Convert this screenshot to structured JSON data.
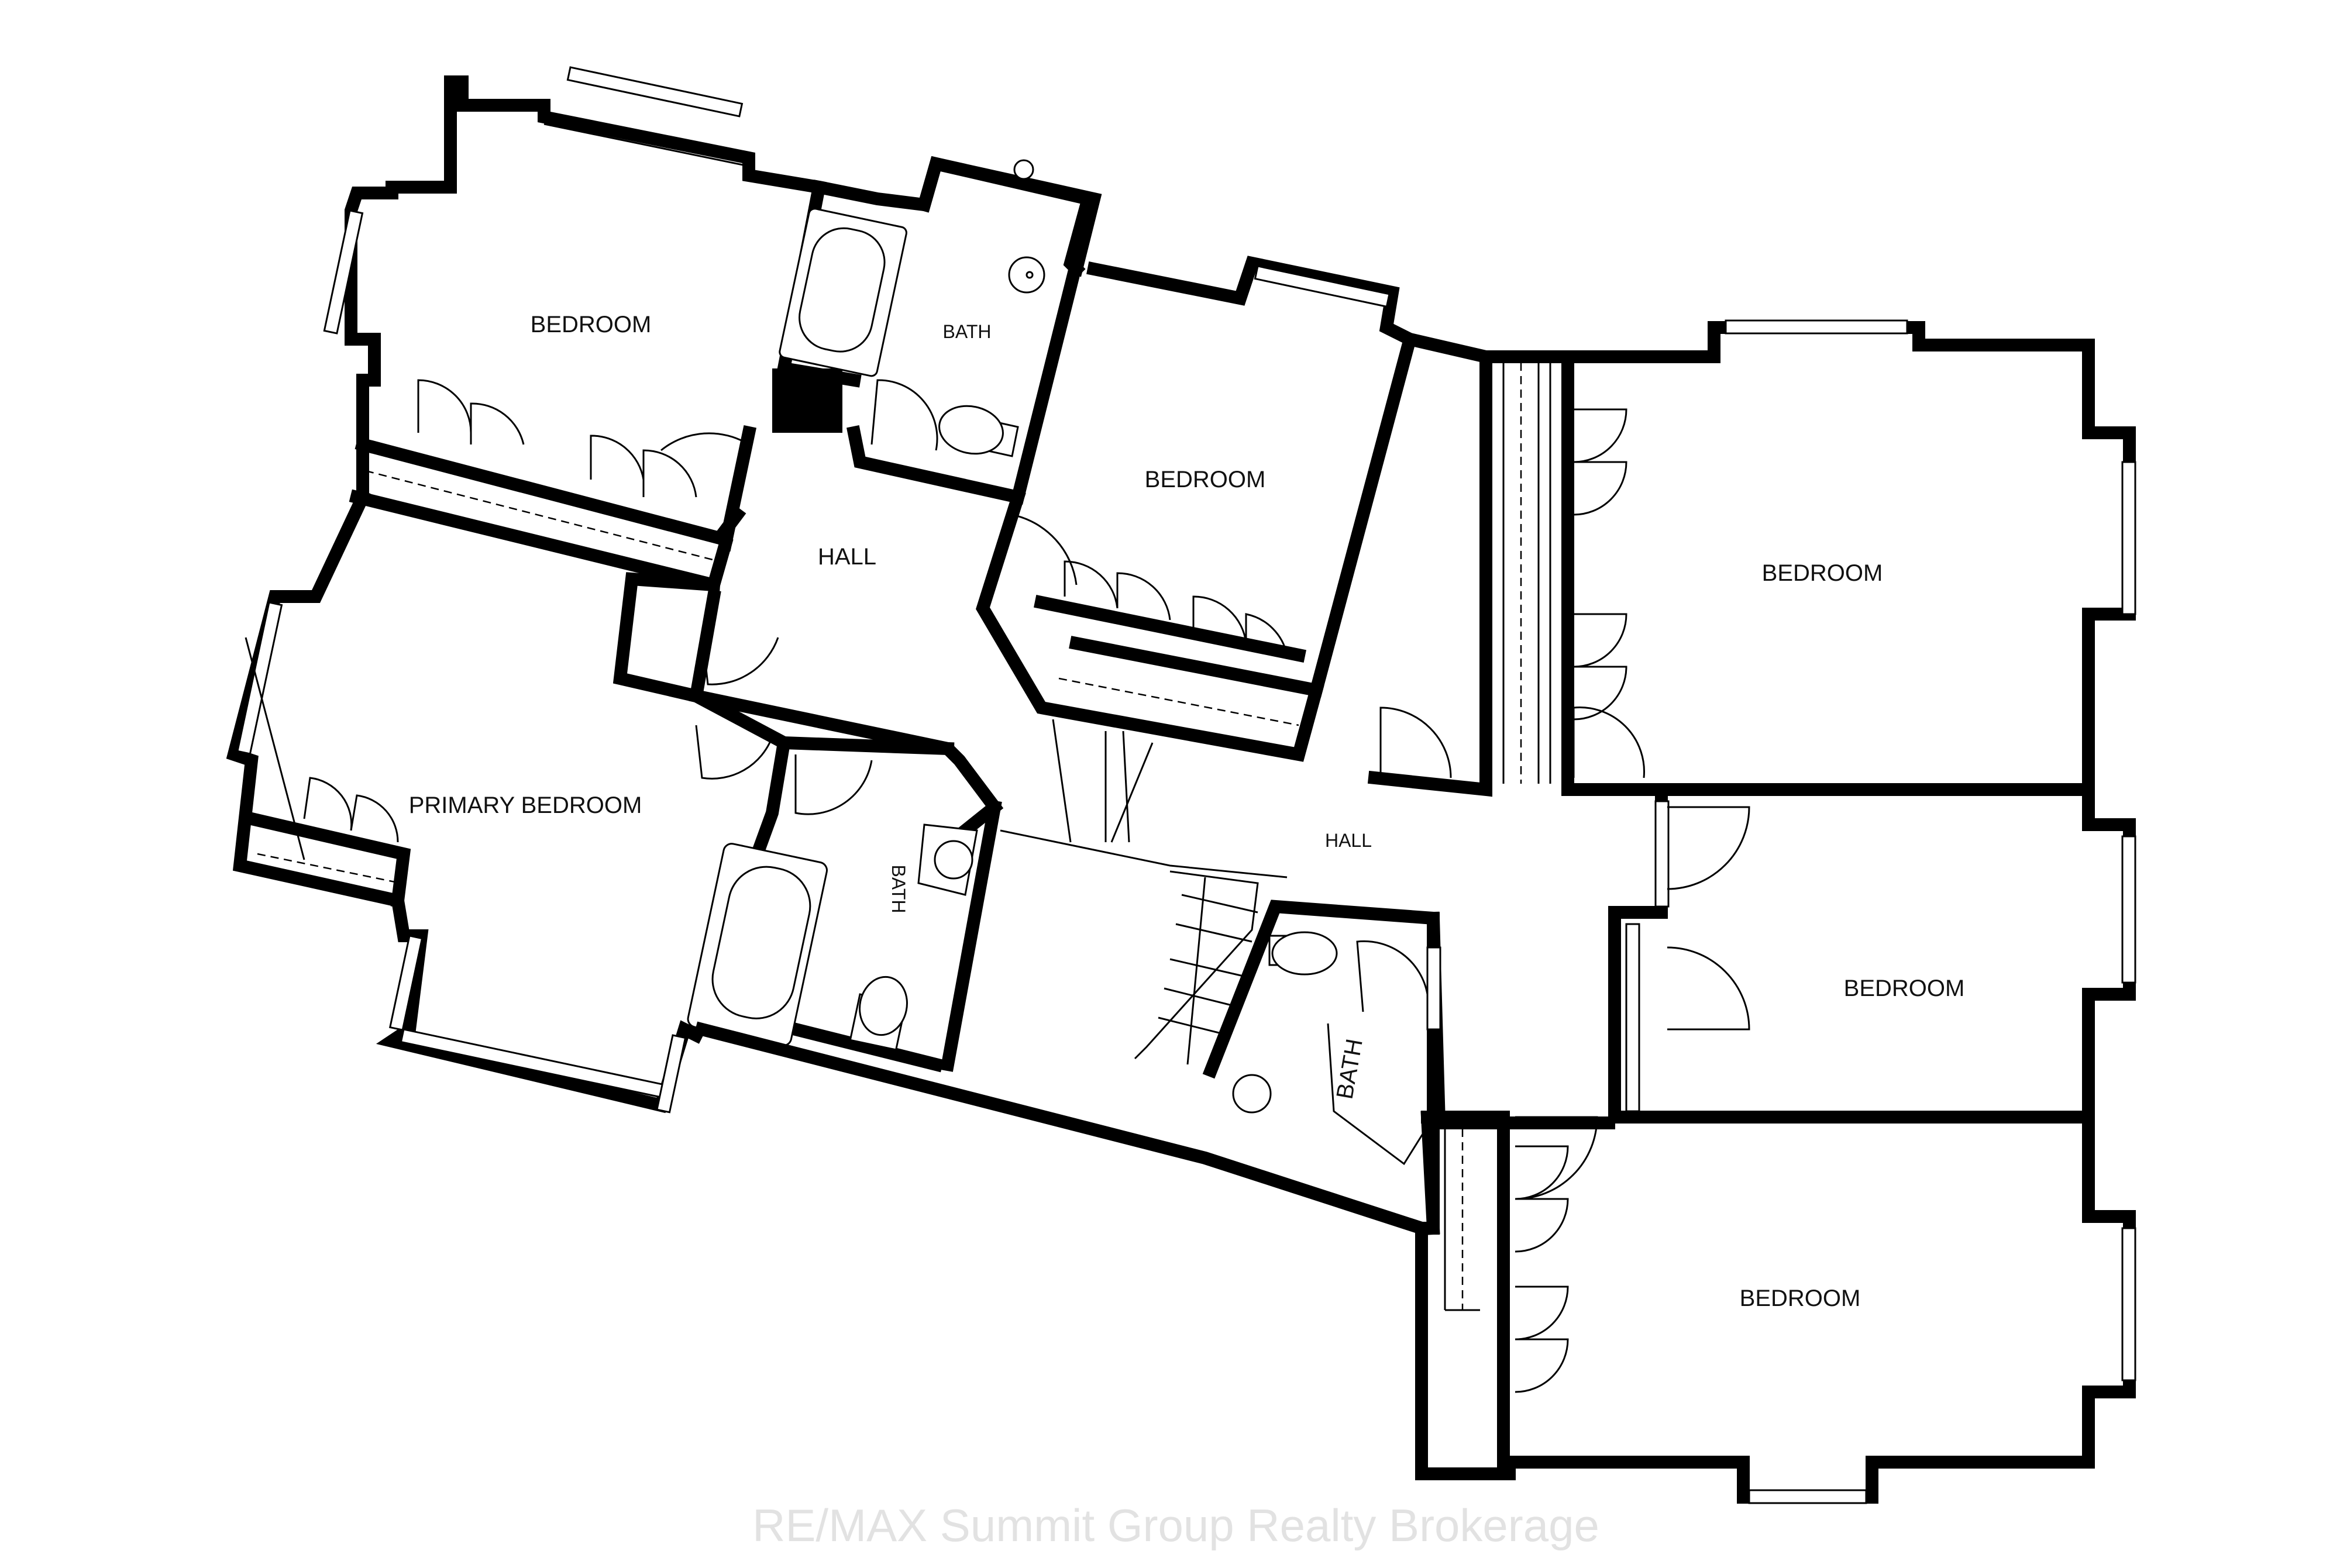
{
  "rooms": {
    "bedroom_nw": "BEDROOM",
    "bath_north": "BATH",
    "bedroom_north_center": "BEDROOM",
    "hall_upper": "HALL",
    "primary_bedroom": "PRIMARY BEDROOM",
    "bath_ensuite": "BATH",
    "hall_main": "HALL",
    "bath_central": "BATH",
    "bedroom_ne": "BEDROOM",
    "bedroom_e": "BEDROOM",
    "bedroom_se": "BEDROOM"
  },
  "watermark": "RE/MAX Summit Group Realty Brokerage",
  "colors": {
    "wall": "#000000",
    "background": "#ffffff",
    "watermark": "#e2e2e2"
  }
}
